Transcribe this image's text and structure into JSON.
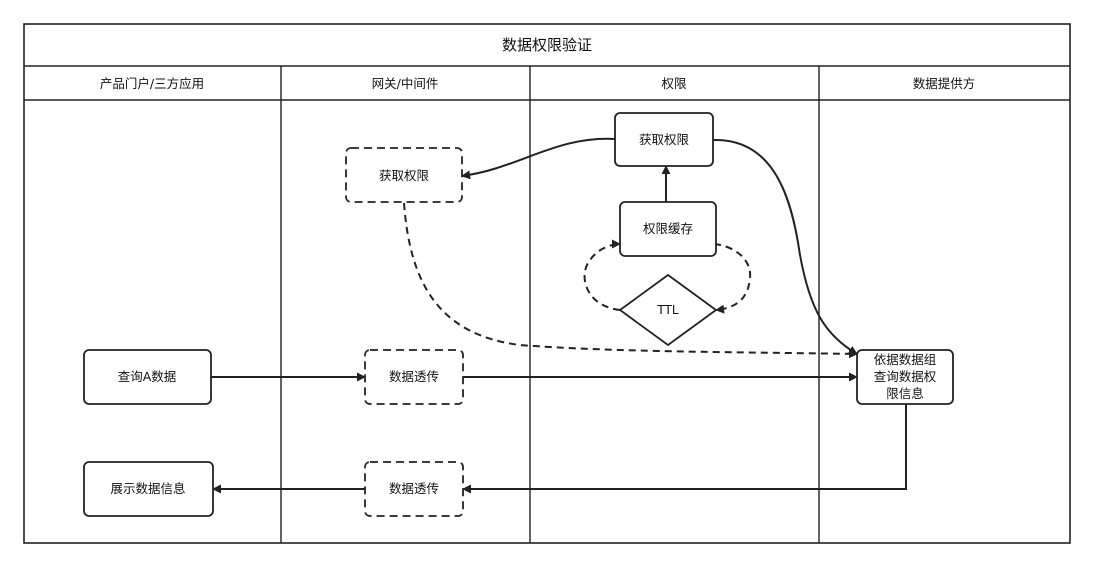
{
  "title": "数据权限验证",
  "lanes": [
    {
      "label": "产品门户/三方应用"
    },
    {
      "label": "网关/中间件"
    },
    {
      "label": "权限"
    },
    {
      "label": "数据提供方"
    }
  ],
  "nodes": {
    "gateway_get_perm": {
      "lines": [
        "获取权限"
      ],
      "style": "dashed"
    },
    "perm_get": {
      "lines": [
        "获取权限"
      ],
      "style": "solid"
    },
    "perm_cache": {
      "lines": [
        "权限缓存"
      ],
      "style": "solid"
    },
    "ttl": {
      "lines": [
        "TTL"
      ],
      "style": "diamond"
    },
    "query_a": {
      "lines": [
        "查询A数据"
      ],
      "style": "solid"
    },
    "passthrough_1": {
      "lines": [
        "数据透传"
      ],
      "style": "dashed"
    },
    "provider_query": {
      "lines": [
        "依据数据组",
        "查询数据权",
        "限信息"
      ],
      "style": "solid"
    },
    "show_info": {
      "lines": [
        "展示数据信息"
      ],
      "style": "solid"
    },
    "passthrough_2": {
      "lines": [
        "数据透传"
      ],
      "style": "dashed"
    }
  },
  "edges": [
    {
      "from": "perm_get",
      "to": "gateway_get_perm",
      "style": "solid"
    },
    {
      "from": "perm_cache",
      "to": "perm_get",
      "style": "solid"
    },
    {
      "from": "ttl",
      "to": "perm_cache",
      "style": "dashed"
    },
    {
      "from": "perm_cache",
      "to": "ttl",
      "style": "dashed"
    },
    {
      "from": "perm_get",
      "to": "provider_query",
      "style": "solid"
    },
    {
      "from": "gateway_get_perm",
      "to": "provider_query",
      "style": "dashed"
    },
    {
      "from": "query_a",
      "to": "passthrough_1",
      "style": "solid"
    },
    {
      "from": "passthrough_1",
      "to": "provider_query",
      "style": "solid"
    },
    {
      "from": "provider_query",
      "to": "passthrough_2",
      "style": "solid"
    },
    {
      "from": "passthrough_2",
      "to": "show_info",
      "style": "solid"
    }
  ]
}
